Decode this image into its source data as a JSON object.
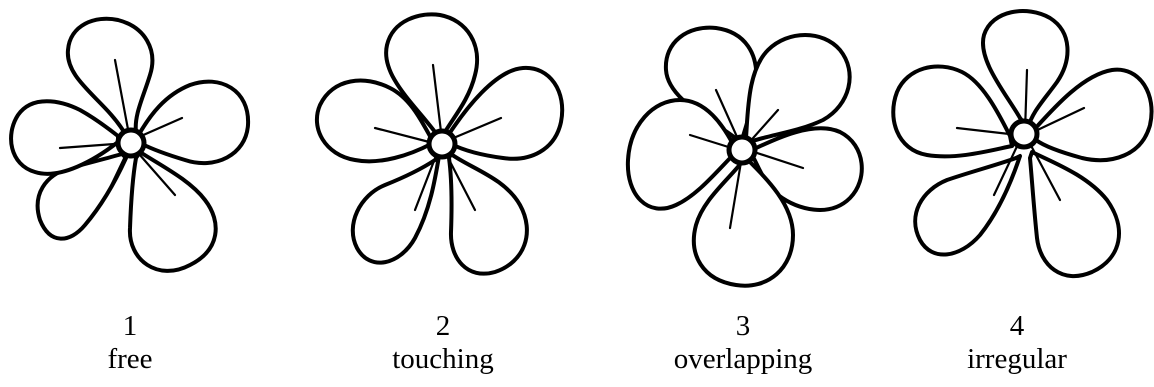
{
  "flowers": [
    {
      "number": "1",
      "label": "free"
    },
    {
      "number": "2",
      "label": "touching"
    },
    {
      "number": "3",
      "label": "overlapping"
    },
    {
      "number": "4",
      "label": "irregular"
    }
  ],
  "colors": {
    "stroke": "#000000",
    "fill": "#ffffff"
  }
}
